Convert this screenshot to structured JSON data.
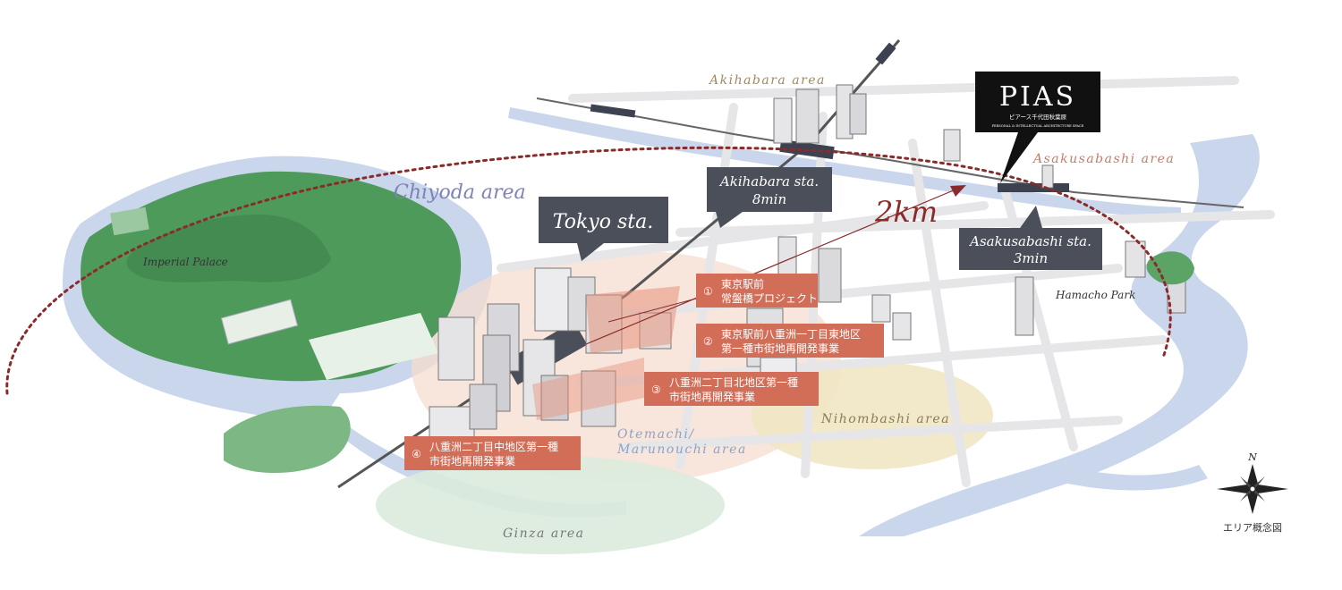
{
  "map": {
    "areas": {
      "chiyoda": "Chiyoda area",
      "akihabara": "Akihabara area",
      "asakusabashi": "Asakusabashi area",
      "nihombashi": "Nihombashi area",
      "ginza": "Ginza area",
      "otemachi_line1": "Otemachi/",
      "otemachi_line2": "Marunouchi area"
    },
    "places": {
      "imperial_palace": "Imperial Palace",
      "hamacho_park": "Hamacho Park"
    },
    "stations": {
      "tokyo": "Tokyo sta.",
      "akihabara_name": "Akihabara sta.",
      "akihabara_time": "8min",
      "asakusabashi_name": "Asakusabashi sta.",
      "asakusabashi_time": "3min"
    },
    "radius_label": "2km",
    "projects": [
      {
        "number": "①",
        "line1": "東京駅前",
        "line2": "常盤橋プロジェクト"
      },
      {
        "number": "②",
        "line1": "東京駅前八重洲一丁目東地区",
        "line2": "第一種市街地再開発事業"
      },
      {
        "number": "③",
        "line1": "八重洲二丁目北地区第一種",
        "line2": "市街地再開発事業"
      },
      {
        "number": "④",
        "line1": "八重洲二丁目中地区第一種",
        "line2": "市街地再開発事業"
      }
    ],
    "pias": {
      "logo": "PIAS",
      "subtitle": "ピアース千代田秋葉原",
      "tagline": "PERSONAL & INTELLECTUAL ARCHITECTURE SPACE"
    },
    "compass": {
      "north": "N",
      "caption": "エリア概念図"
    },
    "colors": {
      "water": "#c9d6ec",
      "greenery": "#4e9a5b",
      "label_box": "#4a4f5a",
      "project_box": "#d26e57",
      "radius_line": "#8a2b2b",
      "chiyoda_label": "#7f82b8",
      "akihabara_label": "#a08a5e",
      "asakusabashi_label": "#c77b6a"
    }
  }
}
